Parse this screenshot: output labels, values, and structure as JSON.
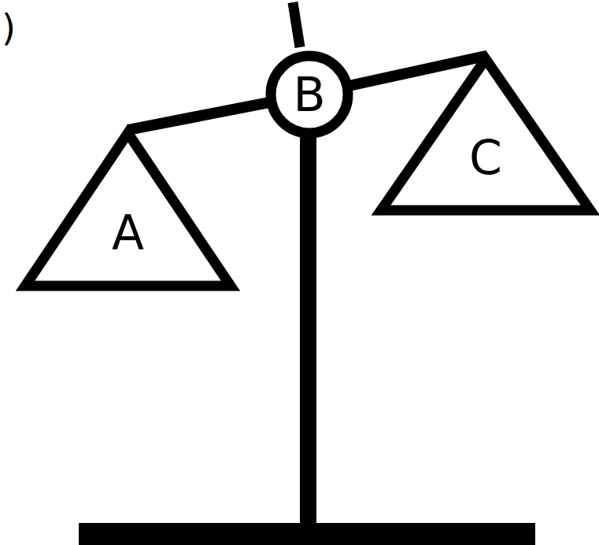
{
  "diagram": {
    "nodes": [
      {
        "text": [
          "A"
        ]
      },
      {
        "text": [
          "B"
        ]
      },
      {
        "text": [
          "C"
        ]
      }
    ],
    "edges": [
      {
        "from": 0,
        "to": 1,
        "arrow": "none"
      },
      {
        "from": 1,
        "to": 2,
        "arrow": "none"
      }
    ],
    "labels": [
      ")"
    ]
  }
}
